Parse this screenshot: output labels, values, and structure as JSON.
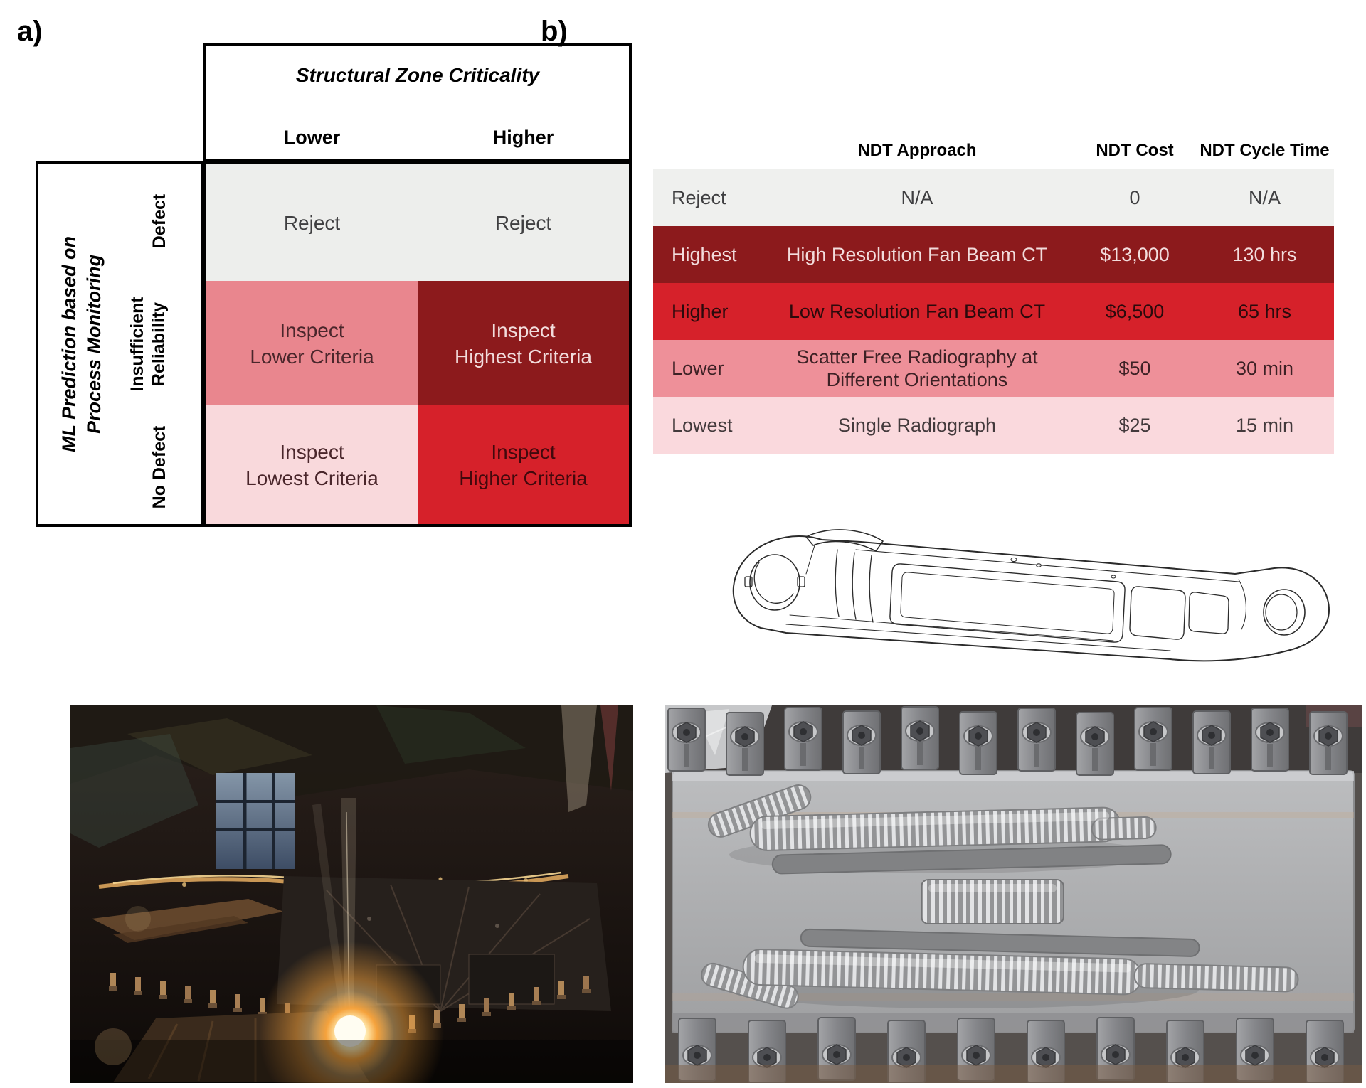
{
  "panel_a": {
    "label": "a)",
    "col_group_title": "Structural Zone Criticality",
    "col_headers": [
      "Lower",
      "Higher"
    ],
    "row_group_title_line1": "ML Prediction based on",
    "row_group_title_line2": "Process Monitoring",
    "row_headers": [
      {
        "line1": "Defect",
        "line2": ""
      },
      {
        "line1": "Insufficient",
        "line2": "Reliability"
      },
      {
        "line1": "No Defect",
        "line2": ""
      }
    ],
    "cells": [
      [
        {
          "line1": "Reject",
          "line2": ""
        },
        {
          "line1": "Reject",
          "line2": ""
        }
      ],
      [
        {
          "line1": "Inspect",
          "line2": "Lower Criteria"
        },
        {
          "line1": "Inspect",
          "line2": "Highest Criteria"
        }
      ],
      [
        {
          "line1": "Inspect",
          "line2": "Lowest Criteria"
        },
        {
          "line1": "Inspect",
          "line2": "Higher Criteria"
        }
      ]
    ]
  },
  "panel_b": {
    "label": "b)",
    "headers": {
      "approach": "NDT Approach",
      "cost": "NDT Cost",
      "cycle": "NDT Cycle Time"
    },
    "rows": [
      {
        "level": "Reject",
        "approach": "N/A",
        "approach2": "",
        "cost": "0",
        "cycle": "N/A"
      },
      {
        "level": "Highest",
        "approach": "High Resolution Fan Beam CT",
        "approach2": "",
        "cost": "$13,000",
        "cycle": "130 hrs"
      },
      {
        "level": "Higher",
        "approach": "Low Resolution Fan Beam CT",
        "approach2": "",
        "cost": "$6,500",
        "cycle": "65 hrs"
      },
      {
        "level": "Lower",
        "approach": "Scatter Free Radiography at",
        "approach2": "Different Orientations",
        "cost": "$50",
        "cycle": "30 min"
      },
      {
        "level": "Lowest",
        "approach": "Single Radiograph",
        "approach2": "",
        "cost": "$25",
        "cycle": "15 min"
      }
    ]
  },
  "colors": {
    "reject_gray": "#EDEEEC",
    "highest_maroon": "#8C1A1C",
    "higher_red": "#D6212A",
    "lower_pink": "#EE9099",
    "insufficient_pink": "#E9868E",
    "lowest_light_pink": "#FAD9DD",
    "dark_text": "#3F3F41",
    "light_text_on_maroon": "#F2DCDC"
  }
}
